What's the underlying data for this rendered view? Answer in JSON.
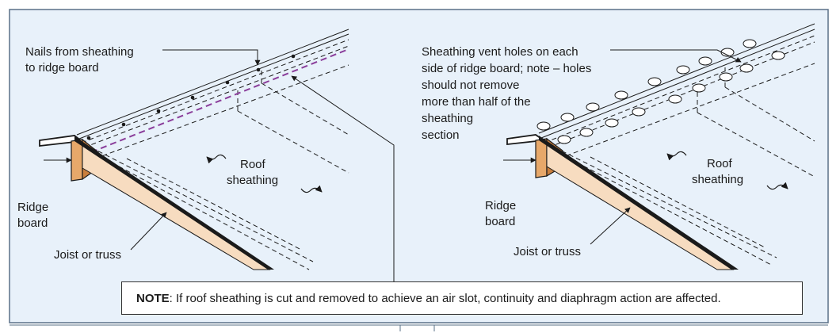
{
  "colors": {
    "panel_background": "#e8f1fa",
    "border": "#5a7087",
    "ridge_board_fill": "#e7a86a",
    "ridge_board_side": "#c97f3e",
    "joist_fill": "#f7dcc0",
    "nail_line": "#8a3d9a"
  },
  "left_panel": {
    "callout_nails": [
      "Nails from sheathing",
      "to ridge board"
    ],
    "label_ridge_board": [
      "Ridge",
      "board"
    ],
    "label_roof_sheathing": [
      "Roof",
      "sheathing"
    ],
    "label_joist": "Joist or truss"
  },
  "right_panel": {
    "callout_vent_holes": [
      "Sheathing vent holes on each",
      "side of ridge board; note – holes",
      "should not remove",
      "more than half of the",
      "sheathing",
      "section"
    ],
    "label_ridge_board": [
      "Ridge",
      "board"
    ],
    "label_roof_sheathing": [
      "Roof",
      "sheathing"
    ],
    "label_joist": "Joist or truss"
  },
  "note": {
    "prefix": "NOTE",
    "text": ": If roof sheathing is cut and removed to achieve an air slot, continuity and diaphragm action are affected."
  }
}
